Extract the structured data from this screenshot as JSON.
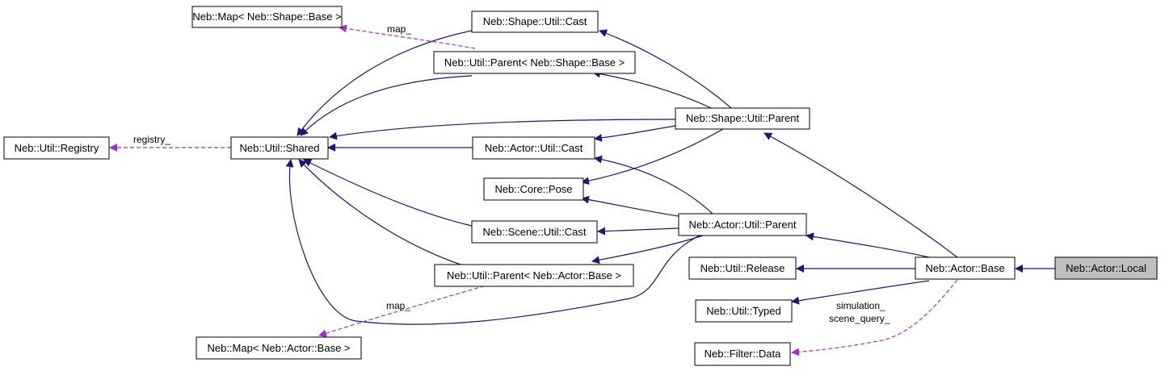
{
  "nodes": {
    "map_shape": "Neb::Map< Neb::Shape::Base >",
    "shape_util_cast": "Neb::Shape::Util::Cast",
    "util_parent_shape": "Neb::Util::Parent< Neb::Shape::Base >",
    "shape_util_parent": "Neb::Shape::Util::Parent",
    "util_registry": "Neb::Util::Registry",
    "util_shared": "Neb::Util::Shared",
    "actor_util_cast": "Neb::Actor::Util::Cast",
    "core_pose": "Neb::Core::Pose",
    "actor_util_parent": "Neb::Actor::Util::Parent",
    "scene_util_cast": "Neb::Scene::Util::Cast",
    "util_parent_actor": "Neb::Util::Parent< Neb::Actor::Base >",
    "util_release": "Neb::Util::Release",
    "actor_base": "Neb::Actor::Base",
    "actor_local": "Neb::Actor::Local",
    "util_typed": "Neb::Util::Typed",
    "map_actor": "Neb::Map< Neb::Actor::Base >",
    "filter_data": "Neb::Filter::Data"
  },
  "edge_labels": {
    "map_shape": "map_",
    "registry": "registry_",
    "map_actor": "map_",
    "simulation": "simulation_",
    "scene_query": "scene_query_"
  },
  "colors": {
    "inherit_edge": "#191970",
    "member_edge": "#9a32cd",
    "highlight_fill": "#bfbfbf"
  }
}
